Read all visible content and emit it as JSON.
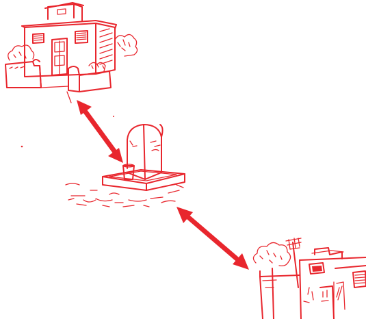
{
  "colors": {
    "ink": "#e8262d",
    "arrow": "#e8262d",
    "background": "#ffffff"
  },
  "illustration": {
    "elements": [
      {
        "name": "house-top-left",
        "icon": "house-icon"
      },
      {
        "name": "well-center",
        "icon": "well-icon"
      },
      {
        "name": "house-bottom-right",
        "icon": "house-with-antenna-icon"
      },
      {
        "name": "arrow-top",
        "icon": "double-arrow-icon"
      },
      {
        "name": "arrow-bottom",
        "icon": "double-arrow-icon"
      }
    ]
  }
}
